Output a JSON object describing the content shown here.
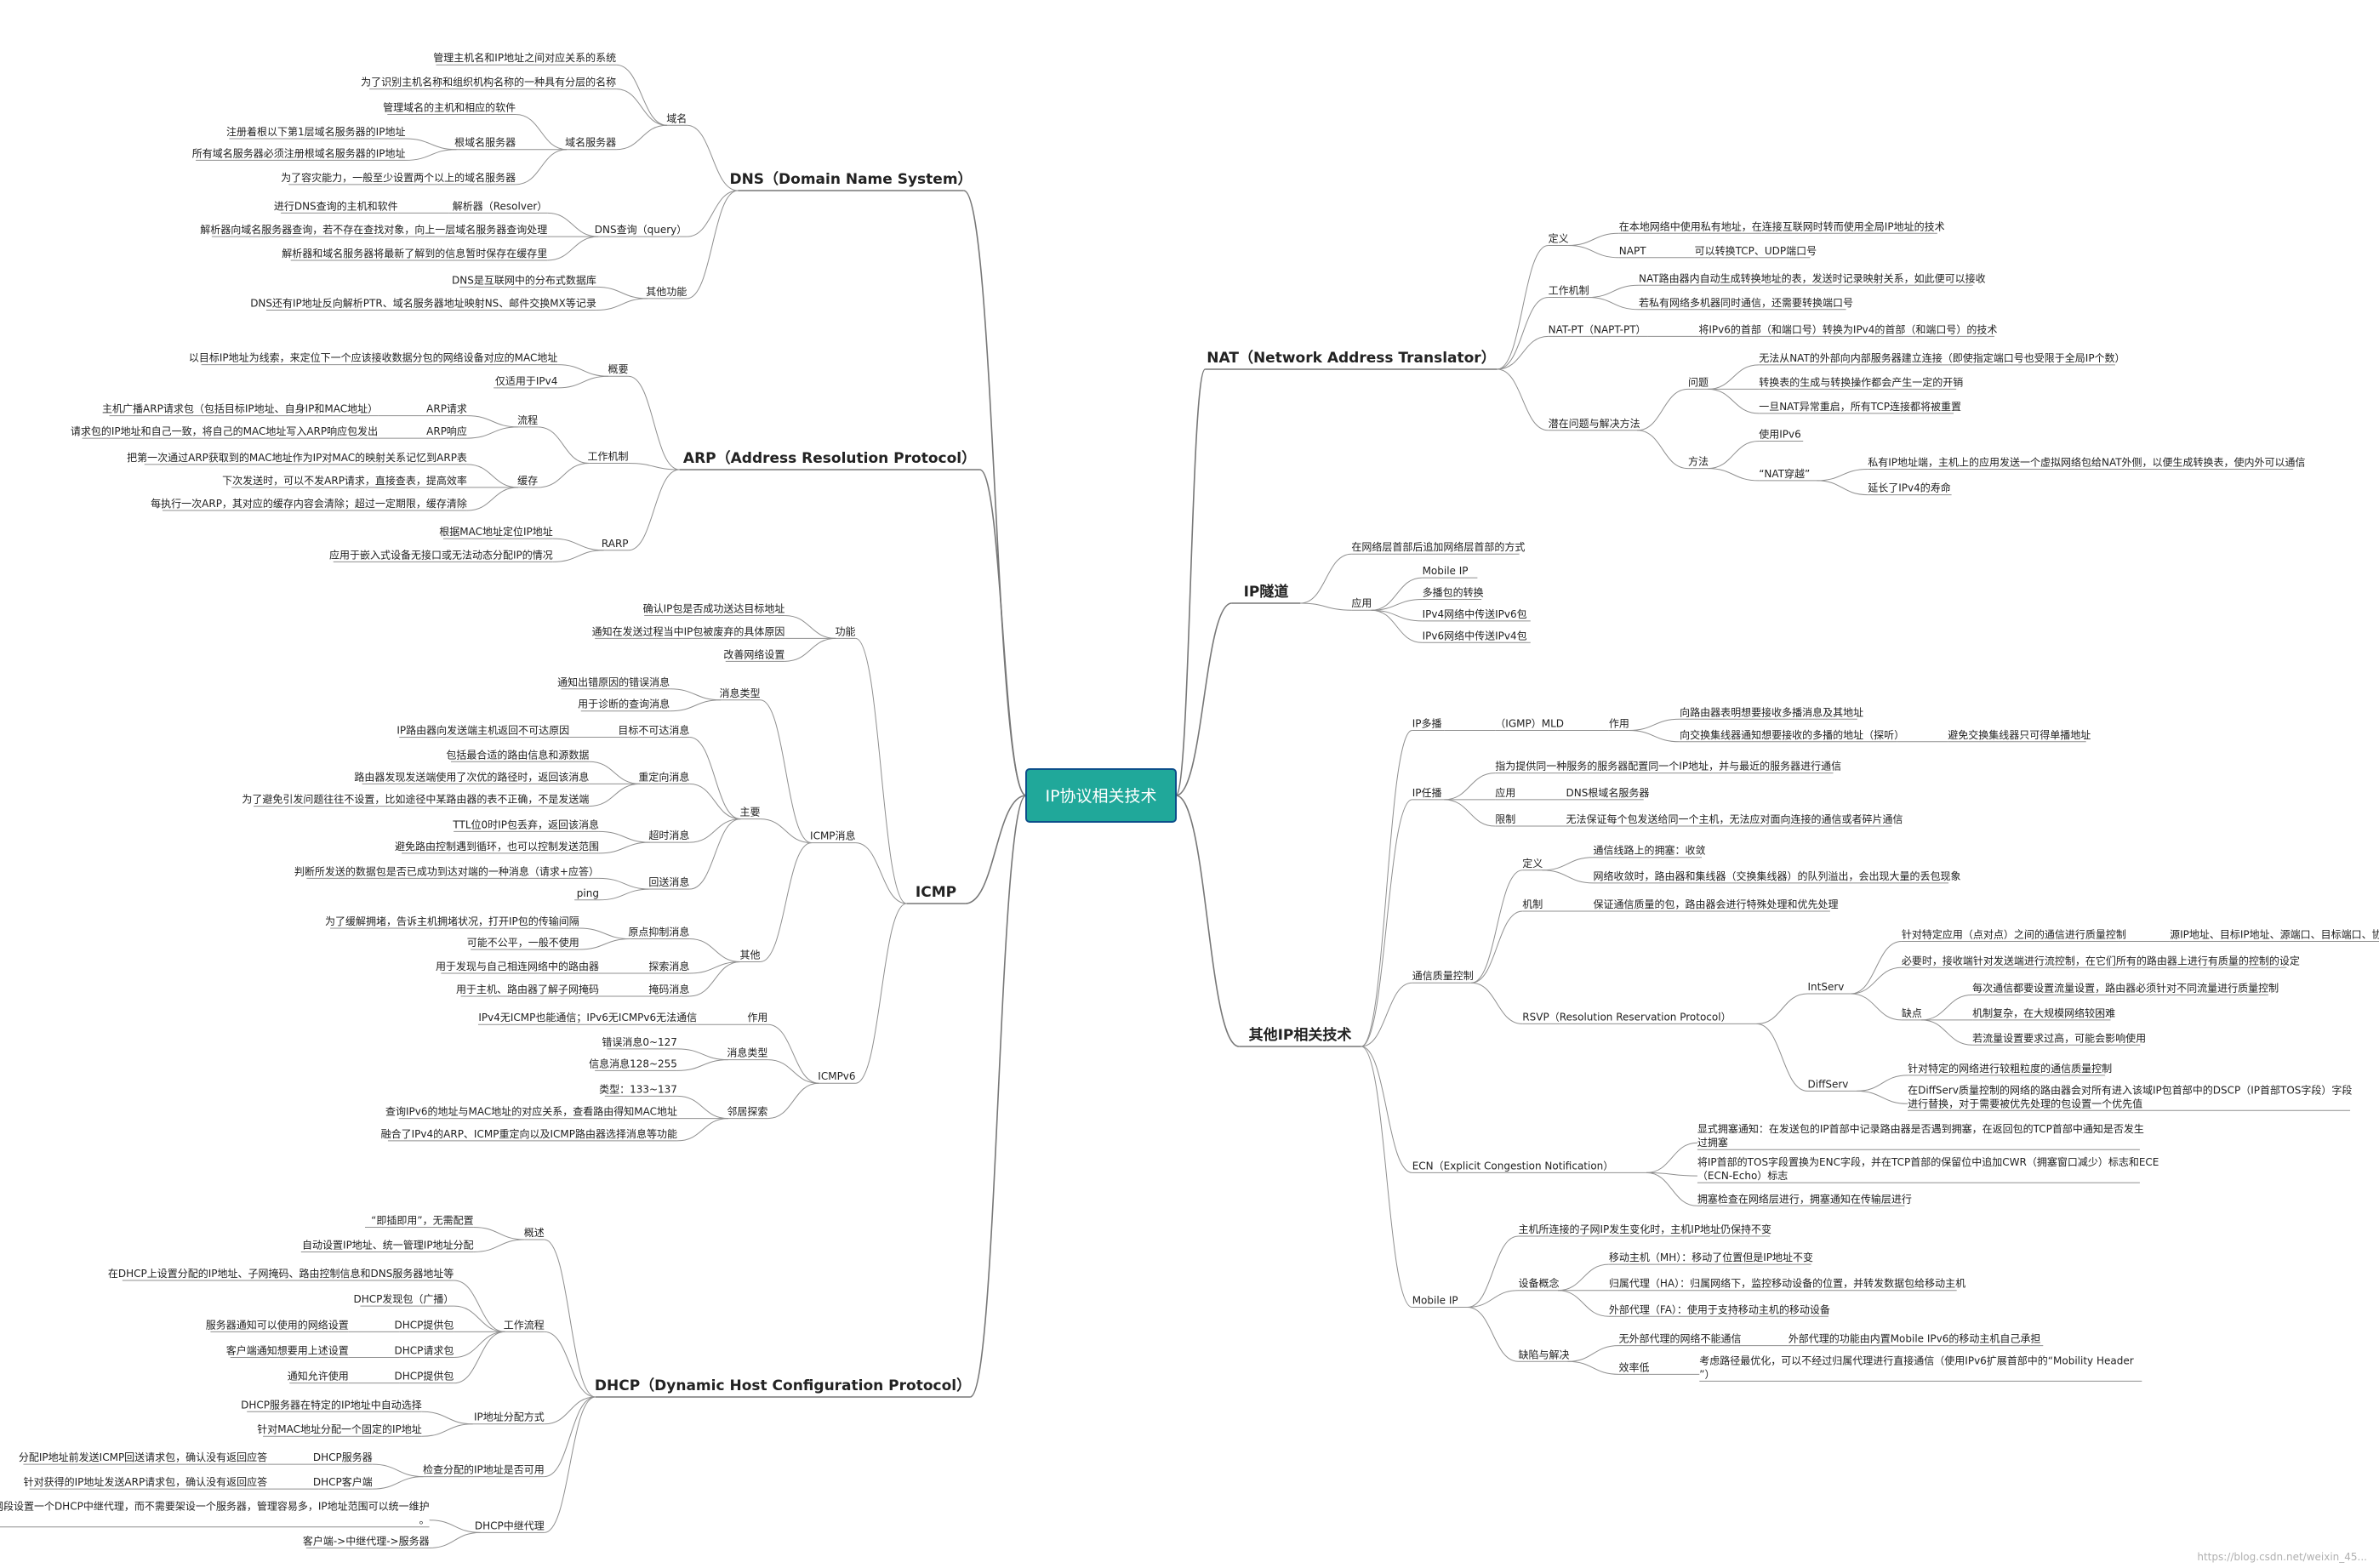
{
  "root": {
    "label": "IP协议相关技术",
    "color": "#20a89a",
    "border": "#0c4f8a"
  },
  "line_color": "#8f8f8f",
  "watermark": "https://blog.csdn.net/weixin_45...",
  "branches": [
    {
      "id": "dns",
      "label": "DNS（Domain Name System）",
      "side": "left",
      "children": [
        {
          "label": "域名",
          "children": [
            {
              "label": "管理主机名和IP地址之间对应关系的系统"
            },
            {
              "label": "为了识别主机名称和组织机构名称的一种具有分层的名称"
            },
            {
              "label": "域名服务器",
              "children": [
                {
                  "label": "管理域名的主机和相应的软件"
                },
                {
                  "label": "根域名服务器",
                  "children": [
                    {
                      "label": "注册着根以下第1层域名服务器的IP地址"
                    },
                    {
                      "label": "所有域名服务器必须注册根域名服务器的IP地址"
                    }
                  ]
                },
                {
                  "label": "为了容灾能力，一般至少设置两个以上的域名服务器"
                }
              ]
            }
          ]
        },
        {
          "label": "DNS查询（query）",
          "children": [
            {
              "label": "解析器（Resolver）",
              "children": [
                {
                  "label": "进行DNS查询的主机和软件"
                }
              ]
            },
            {
              "label": "解析器向域名服务器查询，若不存在查找对象，向上一层域名服务器查询处理"
            },
            {
              "label": "解析器和域名服务器将最新了解到的信息暂时保存在缓存里"
            }
          ]
        },
        {
          "label": "其他功能",
          "children": [
            {
              "label": "DNS是互联网中的分布式数据库"
            },
            {
              "label": "DNS还有IP地址反向解析PTR、域名服务器地址映射NS、邮件交换MX等记录"
            }
          ]
        }
      ]
    },
    {
      "id": "arp",
      "label": "ARP（Address Resolution Protocol）",
      "side": "left",
      "children": [
        {
          "label": "概要",
          "children": [
            {
              "label": "以目标IP地址为线索，来定位下一个应该接收数据分包的网络设备对应的MAC地址"
            },
            {
              "label": "仅适用于IPv4"
            }
          ]
        },
        {
          "label": "工作机制",
          "children": [
            {
              "label": "流程",
              "children": [
                {
                  "label": "ARP请求",
                  "children": [
                    {
                      "label": "主机广播ARP请求包（包括目标IP地址、自身IP和MAC地址）"
                    }
                  ]
                },
                {
                  "label": "ARP响应",
                  "children": [
                    {
                      "label": "请求包的IP地址和自己一致，将自己的MAC地址写入ARP响应包发出"
                    }
                  ]
                }
              ]
            },
            {
              "label": "缓存",
              "children": [
                {
                  "label": "把第一次通过ARP获取到的MAC地址作为IP对MAC的映射关系记忆到ARP表"
                },
                {
                  "label": "下次发送时，可以不发ARP请求，直接查表，提高效率"
                },
                {
                  "label": "每执行一次ARP，其对应的缓存内容会清除；超过一定期限，缓存清除"
                }
              ]
            }
          ]
        },
        {
          "label": "RARP",
          "children": [
            {
              "label": "根据MAC地址定位IP地址"
            },
            {
              "label": "应用于嵌入式设备无接口或无法动态分配IP的情况"
            }
          ]
        }
      ]
    },
    {
      "id": "icmp",
      "label": "ICMP",
      "side": "left",
      "children": [
        {
          "label": "功能",
          "children": [
            {
              "label": "确认IP包是否成功送达目标地址"
            },
            {
              "label": "通知在发送过程当中IP包被废弃的具体原因"
            },
            {
              "label": "改善网络设置"
            }
          ]
        },
        {
          "label": "ICMP消息",
          "children": [
            {
              "label": "消息类型",
              "children": [
                {
                  "label": "通知出错原因的错误消息"
                },
                {
                  "label": "用于诊断的查询消息"
                }
              ]
            },
            {
              "label": "主要",
              "children": [
                {
                  "label": "目标不可达消息",
                  "children": [
                    {
                      "label": "IP路由器向发送端主机返回不可达原因"
                    }
                  ]
                },
                {
                  "label": "重定向消息",
                  "children": [
                    {
                      "label": "包括最合适的路由信息和源数据"
                    },
                    {
                      "label": "路由器发现发送端使用了次优的路径时，返回该消息"
                    },
                    {
                      "label": "为了避免引发问题往往不设置，比如途径中某路由器的表不正确，不是发送端"
                    }
                  ]
                },
                {
                  "label": "超时消息",
                  "children": [
                    {
                      "label": "TTL位0时IP包丢弃，返回该消息"
                    },
                    {
                      "label": "避免路由控制遇到循环，也可以控制发送范围"
                    }
                  ]
                },
                {
                  "label": "回送消息",
                  "children": [
                    {
                      "label": "判断所发送的数据包是否已成功到达对端的一种消息（请求+应答）"
                    },
                    {
                      "label": "ping"
                    }
                  ]
                }
              ]
            },
            {
              "label": "其他",
              "children": [
                {
                  "label": "原点抑制消息",
                  "children": [
                    {
                      "label": "为了缓解拥堵，告诉主机拥堵状况，打开IP包的传输间隔"
                    },
                    {
                      "label": "可能不公平，一般不使用"
                    }
                  ]
                },
                {
                  "label": "探索消息",
                  "children": [
                    {
                      "label": "用于发现与自己相连网络中的路由器"
                    }
                  ]
                },
                {
                  "label": "掩码消息",
                  "children": [
                    {
                      "label": "用于主机、路由器了解子网掩码"
                    }
                  ]
                }
              ]
            }
          ]
        },
        {
          "label": "ICMPv6",
          "children": [
            {
              "label": "作用",
              "children": [
                {
                  "label": "IPv4无ICMP也能通信；IPv6无ICMPv6无法通信"
                }
              ]
            },
            {
              "label": "消息类型",
              "children": [
                {
                  "label": "错误消息0~127"
                },
                {
                  "label": "信息消息128~255"
                }
              ]
            },
            {
              "label": "邻居探索",
              "children": [
                {
                  "label": "类型：133~137"
                },
                {
                  "label": "查询IPv6的地址与MAC地址的对应关系，查看路由得知MAC地址"
                },
                {
                  "label": "融合了IPv4的ARP、ICMP重定向以及ICMP路由器选择消息等功能"
                }
              ]
            }
          ]
        }
      ]
    },
    {
      "id": "dhcp",
      "label": "DHCP（Dynamic Host Configuration Protocol）",
      "side": "left",
      "children": [
        {
          "label": "概述",
          "children": [
            {
              "label": "“即插即用”，无需配置"
            },
            {
              "label": "自动设置IP地址、统一管理IP地址分配"
            }
          ]
        },
        {
          "label": "工作流程",
          "children": [
            {
              "label": "在DHCP上设置分配的IP地址、子网掩码、路由控制信息和DNS服务器地址等"
            },
            {
              "label": "DHCP发现包（广播）"
            },
            {
              "label": "DHCP提供包",
              "children": [
                {
                  "label": "服务器通知可以使用的网络设置"
                }
              ]
            },
            {
              "label": "DHCP请求包",
              "children": [
                {
                  "label": "客户端通知想要用上述设置"
                }
              ]
            },
            {
              "label": "DHCP提供包",
              "children": [
                {
                  "label": "通知允许使用"
                }
              ]
            }
          ]
        },
        {
          "label": "IP地址分配方式",
          "children": [
            {
              "label": "DHCP服务器在特定的IP地址中自动选择"
            },
            {
              "label": "针对MAC地址分配一个固定的IP地址"
            }
          ]
        },
        {
          "label": "检查分配的IP地址是否可用",
          "children": [
            {
              "label": "DHCP服务器",
              "children": [
                {
                  "label": "分配IP地址前发送ICMP回送请求包，确认没有返回应答"
                }
              ]
            },
            {
              "label": "DHCP客户端",
              "children": [
                {
                  "label": "针对获得的IP地址发送ARP请求包，确认没有返回应答"
                }
              ]
            }
          ]
        },
        {
          "label": "DHCP中继代理",
          "children": [
            {
              "label": "每个网段设置一个DHCP中继代理，而不需要架设一个服务器，管理容易多，IP地址范围可以统一维护。"
            },
            {
              "label": "客户端->中继代理->服务器"
            }
          ]
        }
      ]
    },
    {
      "id": "nat",
      "label": "NAT（Network Address Translator）",
      "side": "right",
      "children": [
        {
          "label": "定义",
          "children": [
            {
              "label": "在本地网络中使用私有地址，在连接互联网时转而使用全局IP地址的技术"
            },
            {
              "label": "NAPT",
              "children": [
                {
                  "label": "可以转换TCP、UDP端口号"
                }
              ]
            }
          ]
        },
        {
          "label": "工作机制",
          "children": [
            {
              "label": "NAT路由器内自动生成转换地址的表，发送时记录映射关系，如此便可以接收"
            },
            {
              "label": "若私有网络多机器同时通信，还需要转换端口号"
            }
          ]
        },
        {
          "label": "NAT-PT（NAPT-PT）",
          "children": [
            {
              "label": "将IPv6的首部（和端口号）转换为IPv4的首部（和端口号）的技术"
            }
          ]
        },
        {
          "label": "潜在问题与解决方法",
          "children": [
            {
              "label": "问题",
              "children": [
                {
                  "label": "无法从NAT的外部向内部服务器建立连接（即使指定端口号也受限于全局IP个数）"
                },
                {
                  "label": "转换表的生成与转换操作都会产生一定的开销"
                },
                {
                  "label": "一旦NAT异常重启，所有TCP连接都将被重置"
                }
              ]
            },
            {
              "label": "方法",
              "children": [
                {
                  "label": "使用IPv6"
                },
                {
                  "label": "“NAT穿越”",
                  "children": [
                    {
                      "label": "私有IP地址端，主机上的应用发送一个虚拟网络包给NAT外侧，以便生成转换表，使内外可以通信"
                    },
                    {
                      "label": "延长了IPv4的寿命"
                    }
                  ]
                }
              ]
            }
          ]
        }
      ]
    },
    {
      "id": "iptunnel",
      "label": "IP隧道",
      "side": "right",
      "children": [
        {
          "label": "在网络层首部后追加网络层首部的方式"
        },
        {
          "label": "应用",
          "children": [
            {
              "label": "Mobile IP"
            },
            {
              "label": "多播包的转换"
            },
            {
              "label": "IPv4网络中传送IPv6包"
            },
            {
              "label": "IPv6网络中传送IPv4包"
            }
          ]
        }
      ]
    },
    {
      "id": "other",
      "label": "其他IP相关技术",
      "side": "right",
      "children": [
        {
          "label": "IP多播",
          "children": [
            {
              "label": "（IGMP）MLD",
              "children": [
                {
                  "label": "作用",
                  "children": [
                    {
                      "label": "向路由器表明想要接收多播消息及其地址"
                    },
                    {
                      "label": "向交换集线器通知想要接收的多播的地址（探听）",
                      "children": [
                        {
                          "label": "避免交换集线器只可得单播地址"
                        }
                      ]
                    }
                  ]
                }
              ]
            }
          ]
        },
        {
          "label": "IP任播",
          "children": [
            {
              "label": "指为提供同一种服务的服务器配置同一个IP地址，并与最近的服务器进行通信"
            },
            {
              "label": "应用",
              "children": [
                {
                  "label": "DNS根域名服务器"
                }
              ]
            },
            {
              "label": "限制",
              "children": [
                {
                  "label": "无法保证每个包发送给同一个主机，无法应对面向连接的通信或者碎片通信"
                }
              ]
            }
          ]
        },
        {
          "label": "通信质量控制",
          "children": [
            {
              "label": "定义",
              "children": [
                {
                  "label": "通信线路上的拥塞：收敛"
                },
                {
                  "label": "网络收敛时，路由器和集线器（交换集线器）的队列溢出，会出现大量的丢包现象"
                }
              ]
            },
            {
              "label": "机制",
              "children": [
                {
                  "label": "保证通信质量的包，路由器会进行特殊处理和优先处理"
                }
              ]
            },
            {
              "label": "RSVP（Resolution Reservation Protocol）",
              "children": [
                {
                  "label": "IntServ",
                  "children": [
                    {
                      "label": "针对特定应用（点对点）之间的通信进行质量控制",
                      "children": [
                        {
                          "label": "源IP地址、目标IP地址、源端口、目标端口、协议号五项完全一致"
                        }
                      ]
                    },
                    {
                      "label": "必要时，接收端针对发送端进行流控制，在它们所有的路由器上进行有质量的控制的设定"
                    },
                    {
                      "label": "缺点",
                      "children": [
                        {
                          "label": "每次通信都要设置流量设置，路由器必须针对不同流量进行质量控制"
                        },
                        {
                          "label": "机制复杂，在大规模网络较困难"
                        },
                        {
                          "label": "若流量设置要求过高，可能会影响使用"
                        }
                      ]
                    }
                  ]
                },
                {
                  "label": "DiffServ",
                  "children": [
                    {
                      "label": "针对特定的网络进行较粗粒度的通信质量控制"
                    },
                    {
                      "label": "在DiffServ质量控制的网络的路由器会对所有进入该域IP包首部中的DSCP（IP首部TOS字段）字段进行替换，对于需要被优先处理的包设置一个优先值"
                    }
                  ]
                }
              ]
            }
          ]
        },
        {
          "label": "ECN（Explicit Congestion Notification）",
          "children": [
            {
              "label": "显式拥塞通知：在发送包的IP首部中记录路由器是否遇到拥塞，在返回包的TCP首部中通知是否发生过拥塞"
            },
            {
              "label": "将IP首部的TOS字段置换为ENC字段，并在TCP首部的保留位中追加CWR（拥塞窗口减少）标志和ECE（ECN-Echo）标志"
            },
            {
              "label": "拥塞检查在网络层进行，拥塞通知在传输层进行"
            }
          ]
        },
        {
          "label": "Mobile IP",
          "children": [
            {
              "label": "主机所连接的子网IP发生变化时，主机IP地址仍保持不变"
            },
            {
              "label": "设备概念",
              "children": [
                {
                  "label": "移动主机（MH）：移动了位置但是IP地址不变"
                },
                {
                  "label": "归属代理（HA）：归属网络下，监控移动设备的位置，并转发数据包给移动主机"
                },
                {
                  "label": "外部代理（FA）：使用于支持移动主机的移动设备"
                }
              ]
            },
            {
              "label": "缺陷与解决",
              "children": [
                {
                  "label": "无外部代理的网络不能通信",
                  "children": [
                    {
                      "label": "外部代理的功能由内置Mobile IPv6的移动主机自己承担"
                    }
                  ]
                },
                {
                  "label": "效率低",
                  "children": [
                    {
                      "label": "考虑路径最优化，可以不经过归属代理进行直接通信（使用IPv6扩展首部中的“Mobility Header”）"
                    }
                  ]
                }
              ]
            }
          ]
        }
      ]
    }
  ]
}
